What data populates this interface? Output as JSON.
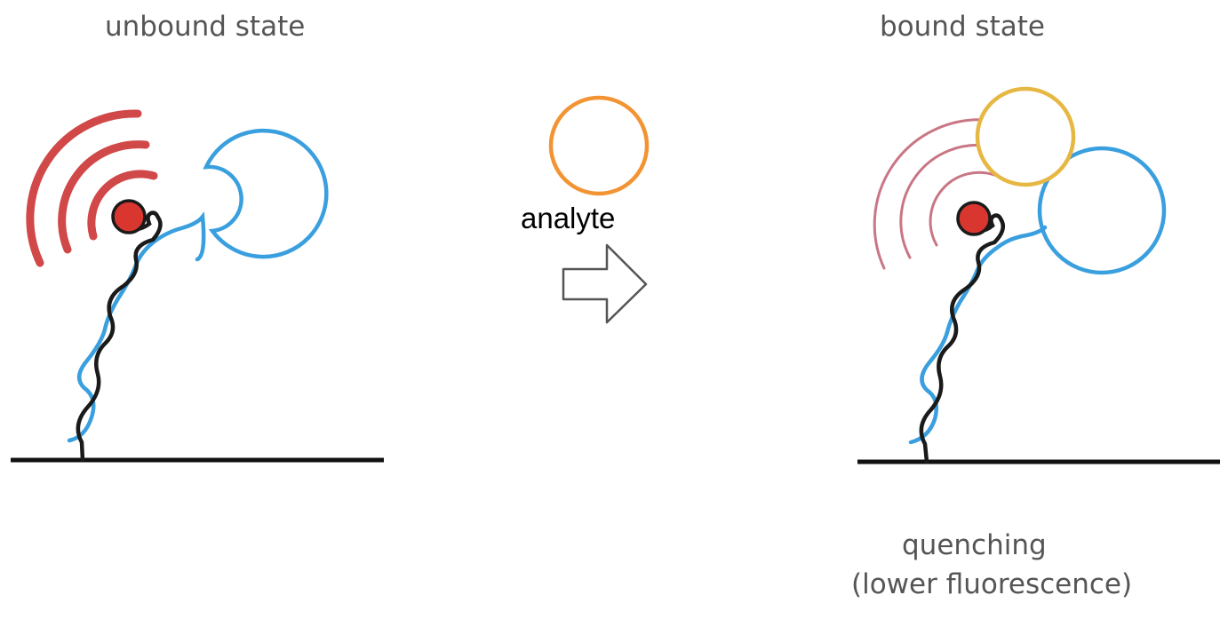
{
  "panels": {
    "unbound": {
      "title": "unbound state"
    },
    "bound": {
      "title": "bound state",
      "caption_line1": "quenching",
      "caption_line2": "(lower fluorescence)"
    }
  },
  "analyte_label": "analyte",
  "colors": {
    "fluorophore": "#d9362f",
    "signal_strong": "#d14848",
    "signal_weak": "#c97684",
    "aptamer": "#3a9fde",
    "linker": "#1a1a1a",
    "analyte_outline": "#f29433",
    "analyte_bound_outline": "#e7b743",
    "surface": "#111111",
    "arrow": "#555555"
  }
}
